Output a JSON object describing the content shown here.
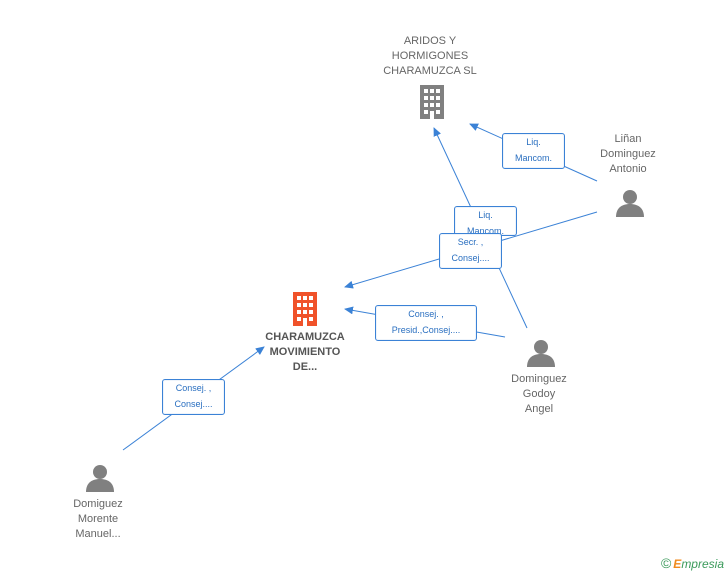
{
  "nodes": {
    "aridos": {
      "label": [
        "ARIDOS Y",
        "HORMIGONES",
        "CHARAMUZCA SL"
      ],
      "type": "company"
    },
    "charamuzca": {
      "label": [
        "CHARAMUZCA",
        "MOVIMIENTO",
        "DE..."
      ],
      "type": "company-focus"
    },
    "linan": {
      "label": [
        "Liñan",
        "Dominguez",
        "Antonio"
      ],
      "type": "person"
    },
    "godoy": {
      "label": [
        "Dominguez",
        "Godoy",
        "Angel"
      ],
      "type": "person"
    },
    "morente": {
      "label": [
        "Domiguez",
        "Morente",
        "Manuel..."
      ],
      "type": "person"
    }
  },
  "edges": {
    "linan_aridos": [
      "Liq.",
      "Mancom."
    ],
    "godoy_aridos": [
      "Liq.",
      "Mancom."
    ],
    "linan_charamuzca": [
      "Secr. ,",
      "Consej...."
    ],
    "godoy_charamuzca": [
      "Consej. ,",
      "Presid.,Consej...."
    ],
    "morente_charamuzca": [
      "Consej. ,",
      "Consej...."
    ]
  },
  "colors": {
    "edge": "#3b82d6",
    "company": "#808080",
    "focus": "#f0522a",
    "person": "#808080"
  },
  "brand": {
    "symbol": "©",
    "initial": "E",
    "rest": "mpresia"
  }
}
